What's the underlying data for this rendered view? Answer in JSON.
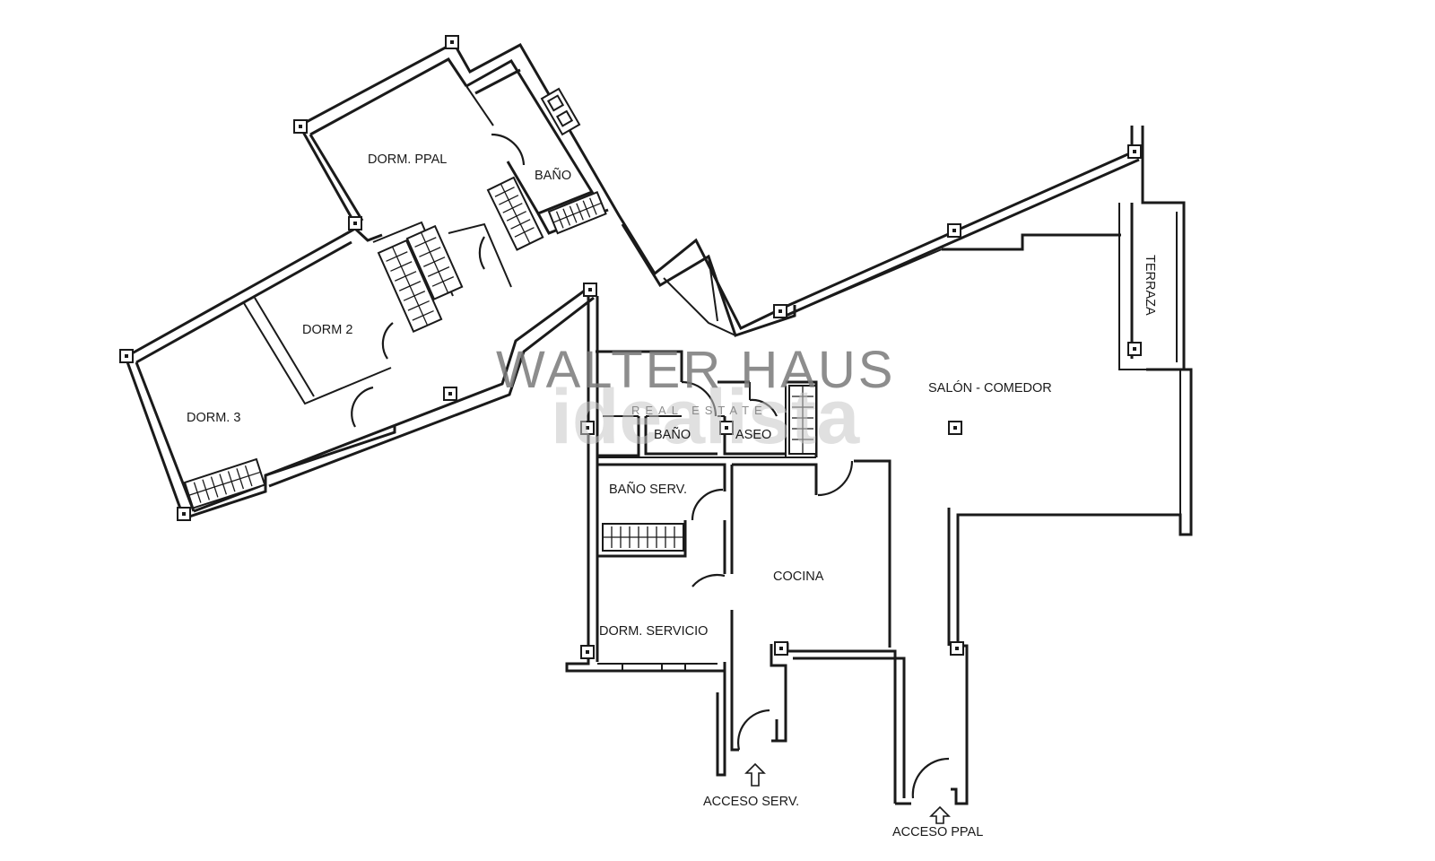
{
  "rooms": {
    "dorm_ppal": "DORM. PPAL",
    "bano_ppal": "BAÑO",
    "dorm_2": "DORM 2",
    "dorm_3": "DORM. 3",
    "terraza": "TERRAZA",
    "salon_comedor": "SALÓN - COMEDOR",
    "bano": "BAÑO",
    "aseo": "ASEO",
    "bano_serv": "BAÑO SERV.",
    "cocina": "COCINA",
    "dorm_servicio": "DORM. SERVICIO"
  },
  "access": {
    "servicio": "ACCESO SERV.",
    "principal": "ACCESO PPAL"
  },
  "watermark": {
    "brand": "WALTER HAUS",
    "tagline": "REAL ESTATE",
    "portal": "idealista"
  },
  "colors": {
    "line": "#1a1a1a",
    "watermark": "#7a7a7a"
  }
}
